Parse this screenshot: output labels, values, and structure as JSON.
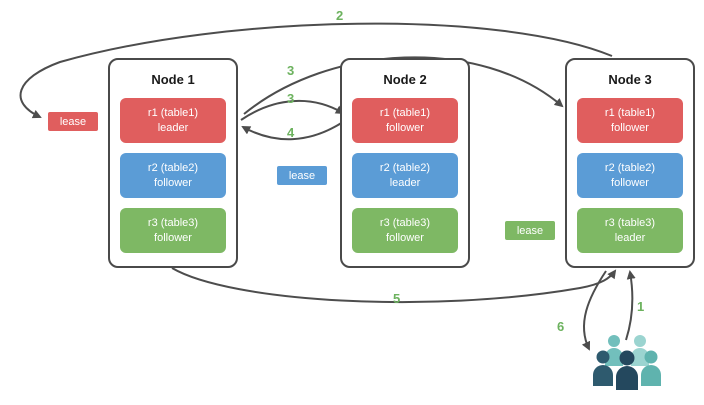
{
  "diagram": {
    "nodes": [
      {
        "title": "Node 1",
        "replicas": [
          {
            "name": "r1 (table1)",
            "role": "leader"
          },
          {
            "name": "r2 (table2)",
            "role": "follower"
          },
          {
            "name": "r3 (table3)",
            "role": "follower"
          }
        ]
      },
      {
        "title": "Node 2",
        "replicas": [
          {
            "name": "r1 (table1)",
            "role": "follower"
          },
          {
            "name": "r2 (table2)",
            "role": "leader"
          },
          {
            "name": "r3 (table3)",
            "role": "follower"
          }
        ]
      },
      {
        "title": "Node 3",
        "replicas": [
          {
            "name": "r1 (table1)",
            "role": "follower"
          },
          {
            "name": "r2 (table2)",
            "role": "follower"
          },
          {
            "name": "r3 (table3)",
            "role": "leader"
          }
        ]
      }
    ],
    "leases": [
      {
        "label": "lease",
        "color": "#e05e5e"
      },
      {
        "label": "lease",
        "color": "#5b9cd6"
      },
      {
        "label": "lease",
        "color": "#7eb864"
      }
    ],
    "steps": [
      {
        "text": "2"
      },
      {
        "text": "3"
      },
      {
        "text": "3"
      },
      {
        "text": "4"
      },
      {
        "text": "5"
      },
      {
        "text": "1"
      },
      {
        "text": "6"
      }
    ],
    "colors": {
      "replica_red": "#e05e5e",
      "replica_blue": "#5b9cd6",
      "replica_green": "#7eb864",
      "step_label": "#6cb25e",
      "arrow": "#4d4d4d",
      "node_border": "#4a4a4a"
    },
    "icons": {
      "clients": "users-group-icon"
    }
  }
}
